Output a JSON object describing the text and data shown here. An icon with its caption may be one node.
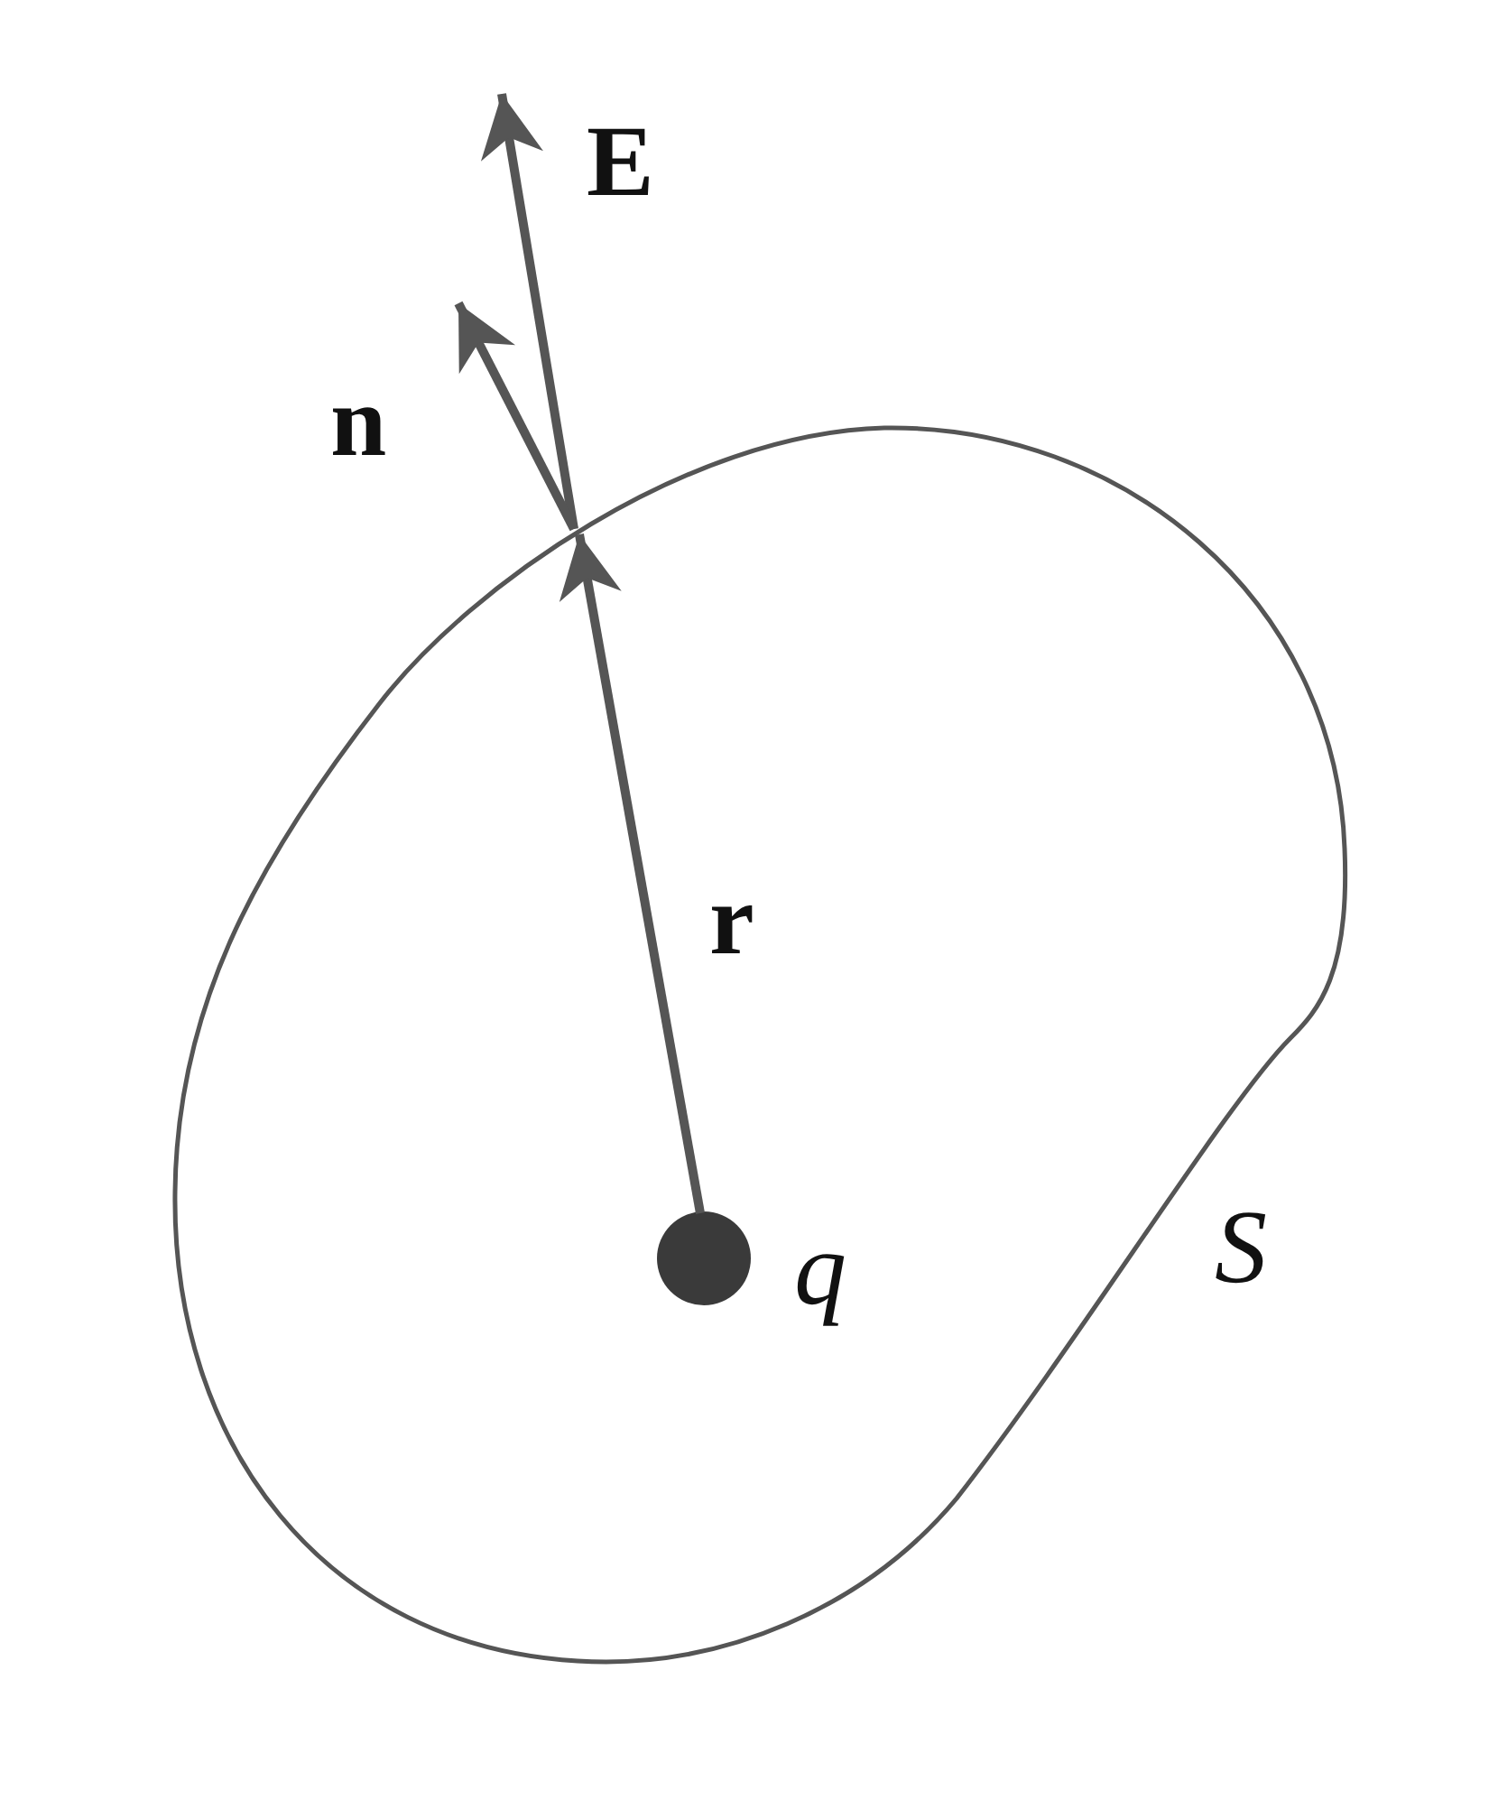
{
  "diagram": {
    "nodes": [
      {
        "text": [
          "S"
        ]
      },
      {
        "text": [],
        "shape": "circle",
        "in": 0,
        "beside": [
          "q"
        ]
      }
    ],
    "edges": [
      {
        "from": 1,
        "to": 0,
        "arrow": "to",
        "label": "r"
      }
    ],
    "labels": [
      "E",
      "n"
    ]
  }
}
